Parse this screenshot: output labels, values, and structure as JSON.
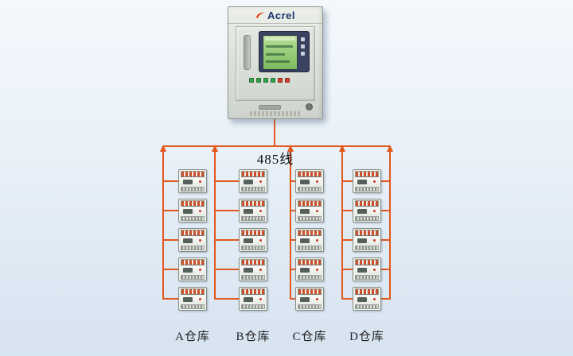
{
  "cabinet": {
    "brand": "Acrel",
    "brand_color": "#16356e",
    "logo_color": "#e8380d"
  },
  "bus": {
    "label": "485线",
    "wire_color": "#e2571c"
  },
  "warehouses": [
    {
      "label": "A仓库",
      "devices": 5
    },
    {
      "label": "B仓库",
      "devices": 5
    },
    {
      "label": "C仓库",
      "devices": 5
    },
    {
      "label": "D仓库",
      "devices": 5
    }
  ]
}
